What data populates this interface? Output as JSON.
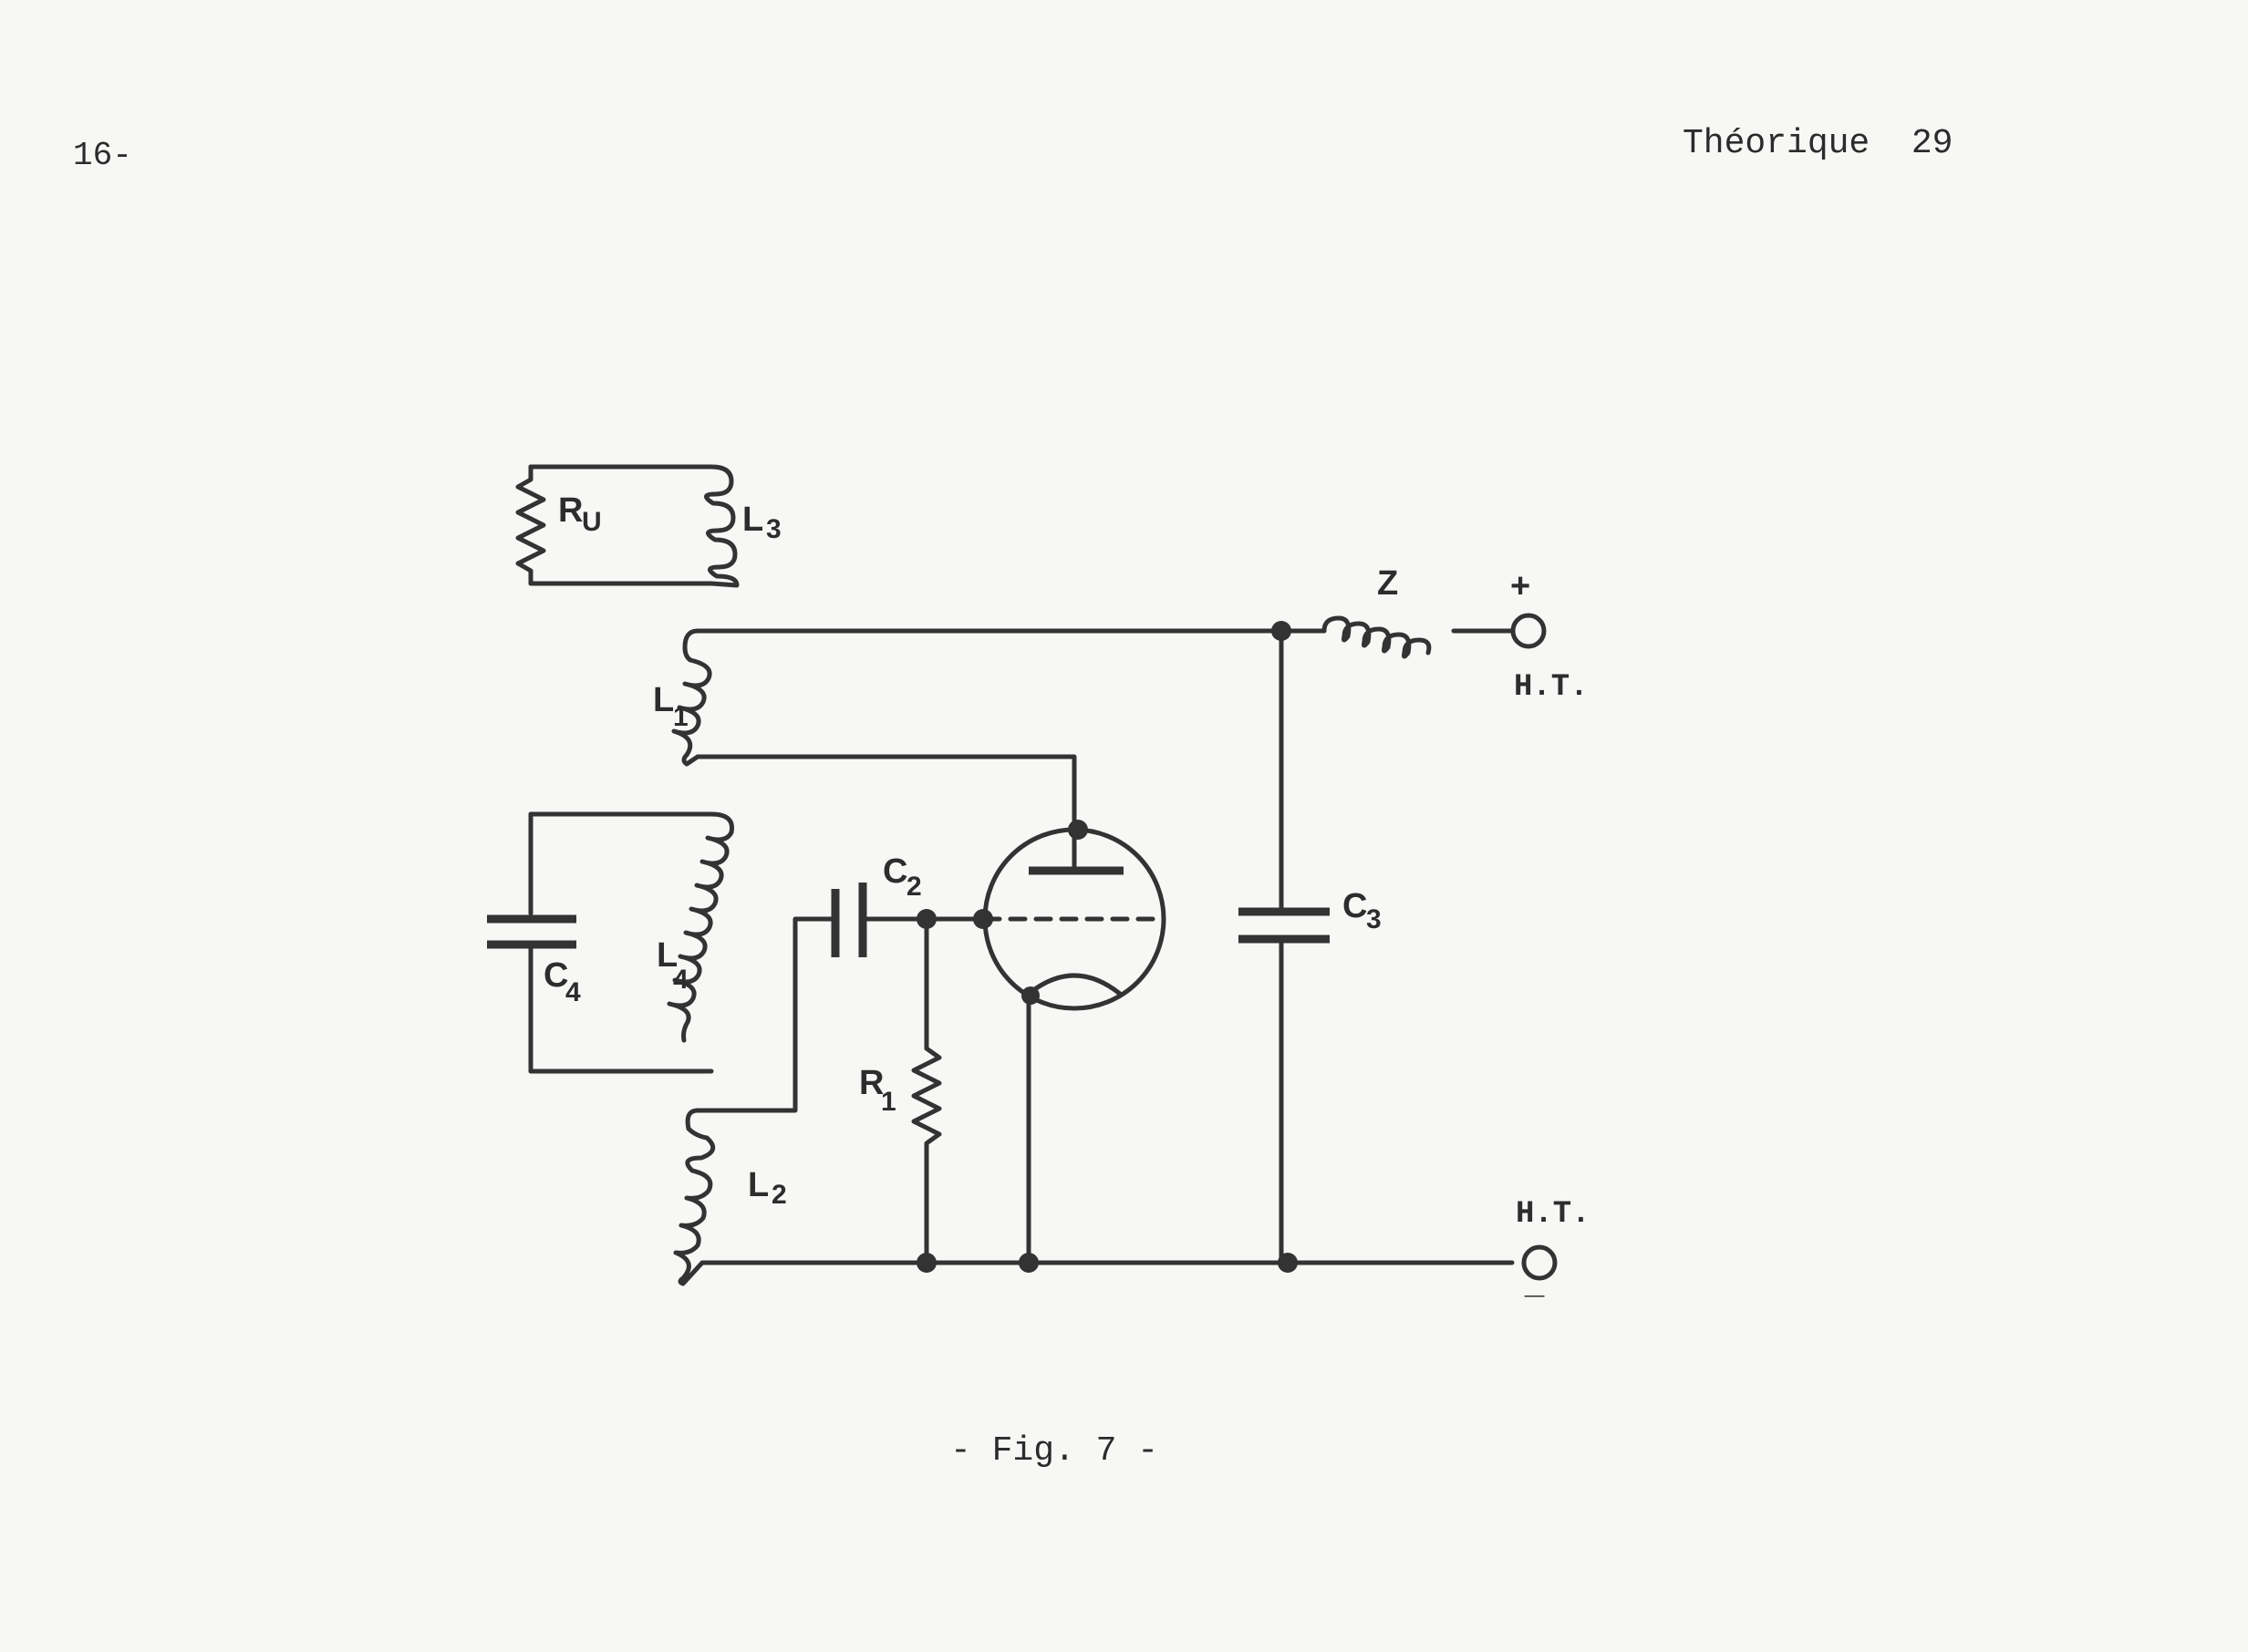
{
  "page": {
    "number_left": "16-",
    "header_right": "Théorique  29",
    "caption": "- Fig. 7 -"
  },
  "schematic": {
    "labels": {
      "ru": {
        "main": "R",
        "sub": "U"
      },
      "l3": {
        "main": "L",
        "sub": "3"
      },
      "l1": {
        "main": "L",
        "sub": "1"
      },
      "z": "Z",
      "plus": "+",
      "ht_top": "H.T.",
      "c2": {
        "main": "C",
        "sub": "2"
      },
      "c3": {
        "main": "C",
        "sub": "3"
      },
      "c4": {
        "main": "C",
        "sub": "4"
      },
      "l4": {
        "main": "L",
        "sub": "4"
      },
      "r1": {
        "main": "R",
        "sub": "1"
      },
      "l2": {
        "main": "L",
        "sub": "2"
      },
      "ht_bottom": "H.T.",
      "minus": "_"
    }
  }
}
